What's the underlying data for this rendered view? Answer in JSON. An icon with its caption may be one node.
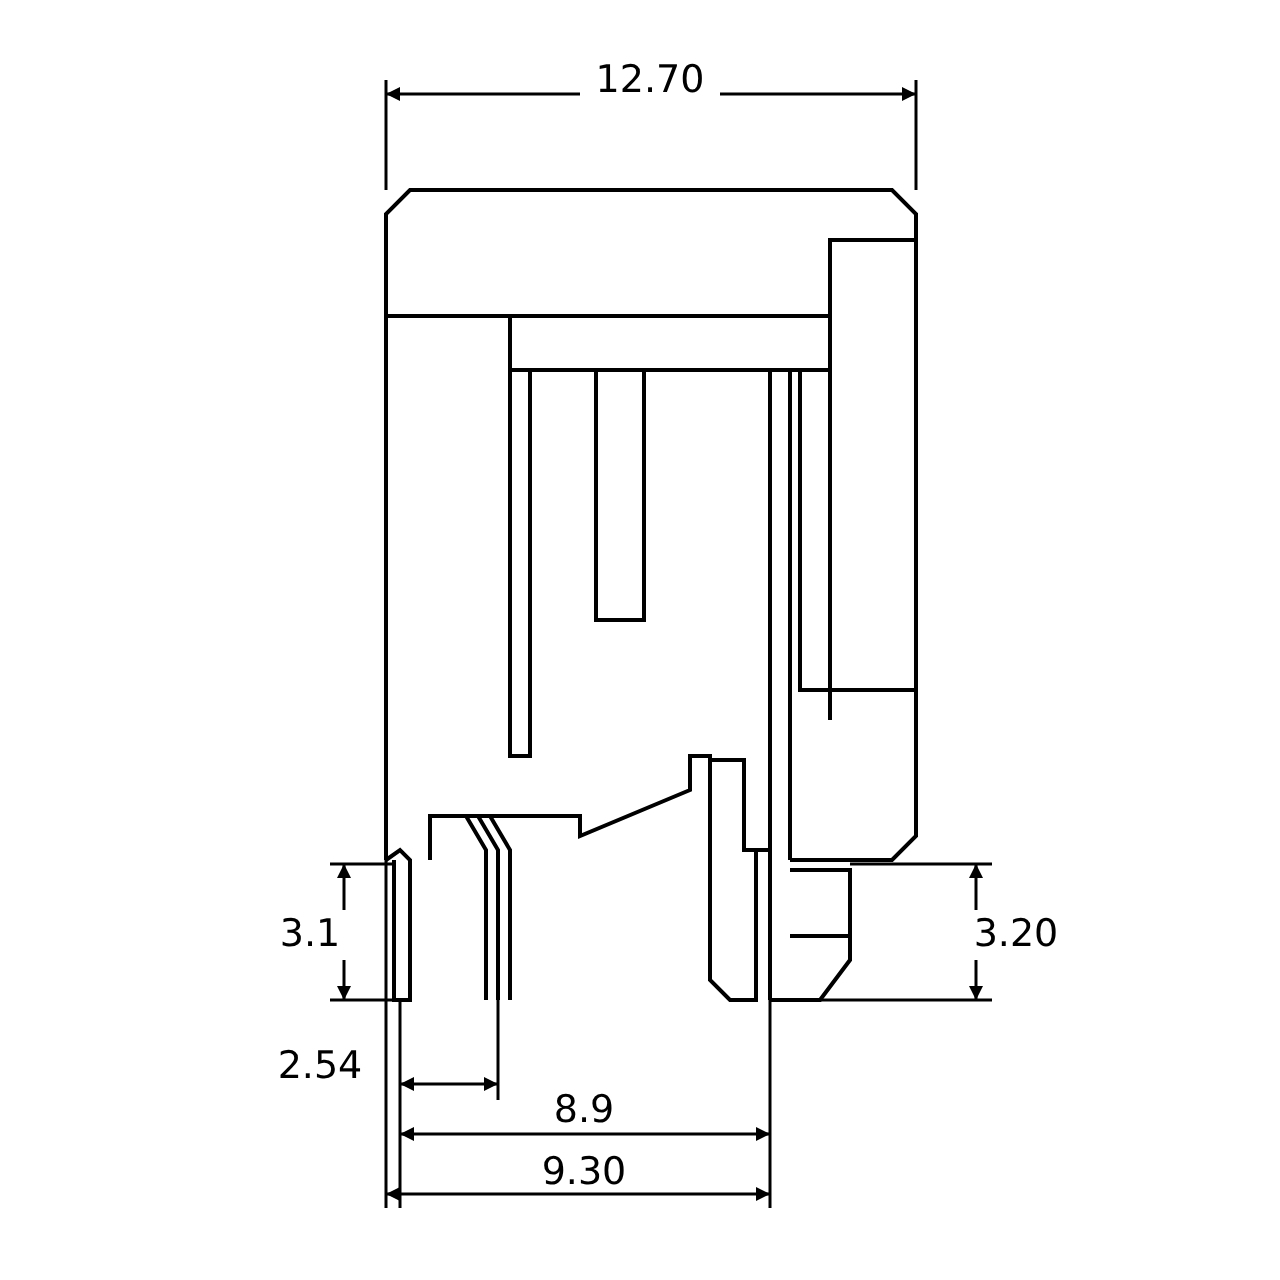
{
  "diagram": {
    "labels": [
      "12.70",
      "3.1",
      "3.20",
      "2.54",
      "8.9",
      "9.30"
    ]
  }
}
